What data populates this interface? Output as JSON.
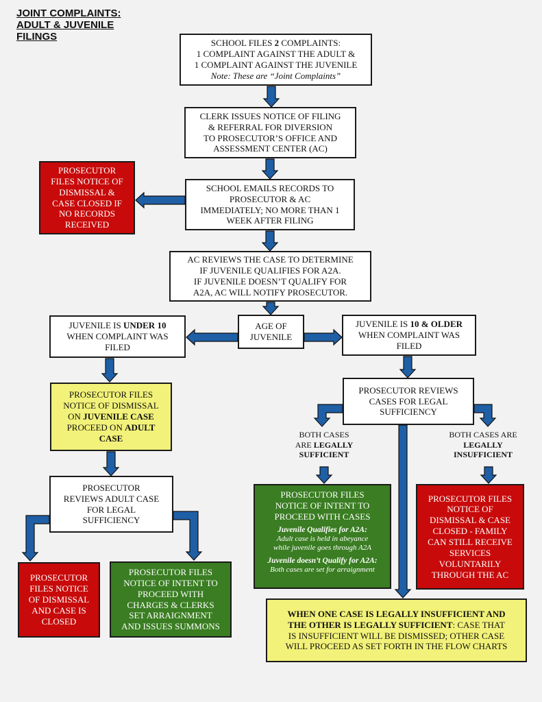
{
  "title": {
    "line1": "JOINT COMPLAINTS:",
    "line2": "ADULT & JUVENILE",
    "line3": "FILINGS"
  },
  "school_files": {
    "line1_a": "SCHOOL FILES ",
    "line1_b": "2",
    "line1_c": " COMPLAINTS:",
    "line2": "1 COMPLAINT AGAINST THE ADULT &",
    "line3": "1 COMPLAINT AGAINST THE JUVENILE",
    "note": "Note: These are “Joint Complaints”"
  },
  "clerk_issues": {
    "line1": "CLERK ISSUES NOTICE OF FILING",
    "line2": "& REFERRAL FOR DIVERSION",
    "line3": "TO PROSECUTOR’S OFFICE AND",
    "line4": "ASSESSMENT CENTER (AC)"
  },
  "school_emails": {
    "line1": "SCHOOL EMAILS RECORDS TO",
    "line2": "PROSECUTOR & AC",
    "line3": "IMMEDIATELY; NO MORE THAN 1",
    "line4": "WEEK AFTER FILING"
  },
  "no_records": {
    "line1": "PROSECUTOR",
    "line2": "FILES NOTICE OF",
    "line3": "DISMISSAL &",
    "line4": "CASE CLOSED IF",
    "line5": "NO RECORDS",
    "line6": "RECEIVED"
  },
  "ac_reviews": {
    "line1": "AC REVIEWS THE CASE TO DETERMINE",
    "line2": "IF JUVENILE QUALIFIES FOR A2A.",
    "line3": "IF JUVENILE DOESN’T QUALIFY FOR",
    "line4": "A2A, AC WILL NOTIFY PROSECUTOR."
  },
  "age_of_juvenile": {
    "line1": "AGE OF",
    "line2": "JUVENILE"
  },
  "under_10": {
    "line1_a": "JUVENILE IS ",
    "line1_b": "UNDER 10",
    "line2": "WHEN COMPLAINT WAS",
    "line3": "FILED"
  },
  "ten_older": {
    "line1_a": "JUVENILE IS ",
    "line1_b": "10 & OLDER",
    "line2": "WHEN COMPLAINT WAS",
    "line3": "FILED"
  },
  "dismiss_juvenile": {
    "line1": "PROSECUTOR FILES",
    "line2": "NOTICE OF DISMISSAL",
    "line3_a": "ON ",
    "line3_b": "JUVENILE CASE",
    "line4_a": "PROCEED ON ",
    "line4_b": "ADULT",
    "line5": "CASE"
  },
  "reviews_adult": {
    "line1": "PROSECUTOR",
    "line2": "REVIEWS ADULT CASE",
    "line3": "FOR LEGAL",
    "line4": "SUFFICIENCY"
  },
  "adult_dismissal": {
    "line1": "PROSECUTOR",
    "line2": "FILES NOTICE",
    "line3": "OF DISMISSAL",
    "line4": "AND CASE IS",
    "line5": "CLOSED"
  },
  "adult_proceed": {
    "line1": "PROSECUTOR FILES",
    "line2": "NOTICE OF INTENT TO",
    "line3": "PROCEED WITH",
    "line4": "CHARGES & CLERKS",
    "line5": "SET ARRAIGNMENT",
    "line6": "AND ISSUES SUMMONS"
  },
  "reviews_cases": {
    "line1": "PROSECUTOR REVIEWS",
    "line2": "CASES FOR LEGAL",
    "line3": "SUFFICIENCY"
  },
  "both_sufficient": {
    "line1": "BOTH CASES",
    "line2_a": "ARE ",
    "line2_b": "LEGALLY",
    "line3": "SUFFICIENT"
  },
  "both_insufficient": {
    "line1": "BOTH CASES ARE",
    "line2": "LEGALLY",
    "line3": "INSUFFICIENT"
  },
  "intent_cases": {
    "line1": "PROSECUTOR FILES",
    "line2": "NOTICE OF INTENT TO",
    "line3": "PROCEED WITH CASES",
    "q_head": "Juvenile Qualifies for A2A:",
    "q_line1": "Adult case is held in abeyance",
    "q_line2": "while juvenile goes through A2A",
    "nq_head": "Juvenile doesn’t Qualify for A2A:",
    "nq_line1": "Both cases are set for arraignment"
  },
  "dismiss_family": {
    "line1": "PROSECUTOR FILES",
    "line2": "NOTICE OF",
    "line3": "DISMISSAL & CASE",
    "line4": "CLOSED - FAMILY",
    "line5": "CAN STILL RECEIVE",
    "line6": "SERVICES",
    "line7": "VOLUNTARILY",
    "line8": "THROUGH THE AC"
  },
  "one_case": {
    "bold1": "WHEN ONE CASE IS LEGALLY INSUFFICIENT AND",
    "bold2": "THE OTHER IS LEGALLY SUFFICIENT",
    "rest2": ": CASE THAT",
    "line3": "IS INSUFFICIENT WILL BE DISMISSED; OTHER CASE",
    "line4": "WILL PROCEED AS SET FORTH IN THE FLOW CHARTS"
  },
  "colors": {
    "arrow_fill": "#1f5fa6",
    "arrow_outline": "#111111",
    "red_box": "#c80a0a",
    "green_box": "#3a7d22",
    "yellow_box": "#f2f27a",
    "background": "#f2f2f2"
  }
}
